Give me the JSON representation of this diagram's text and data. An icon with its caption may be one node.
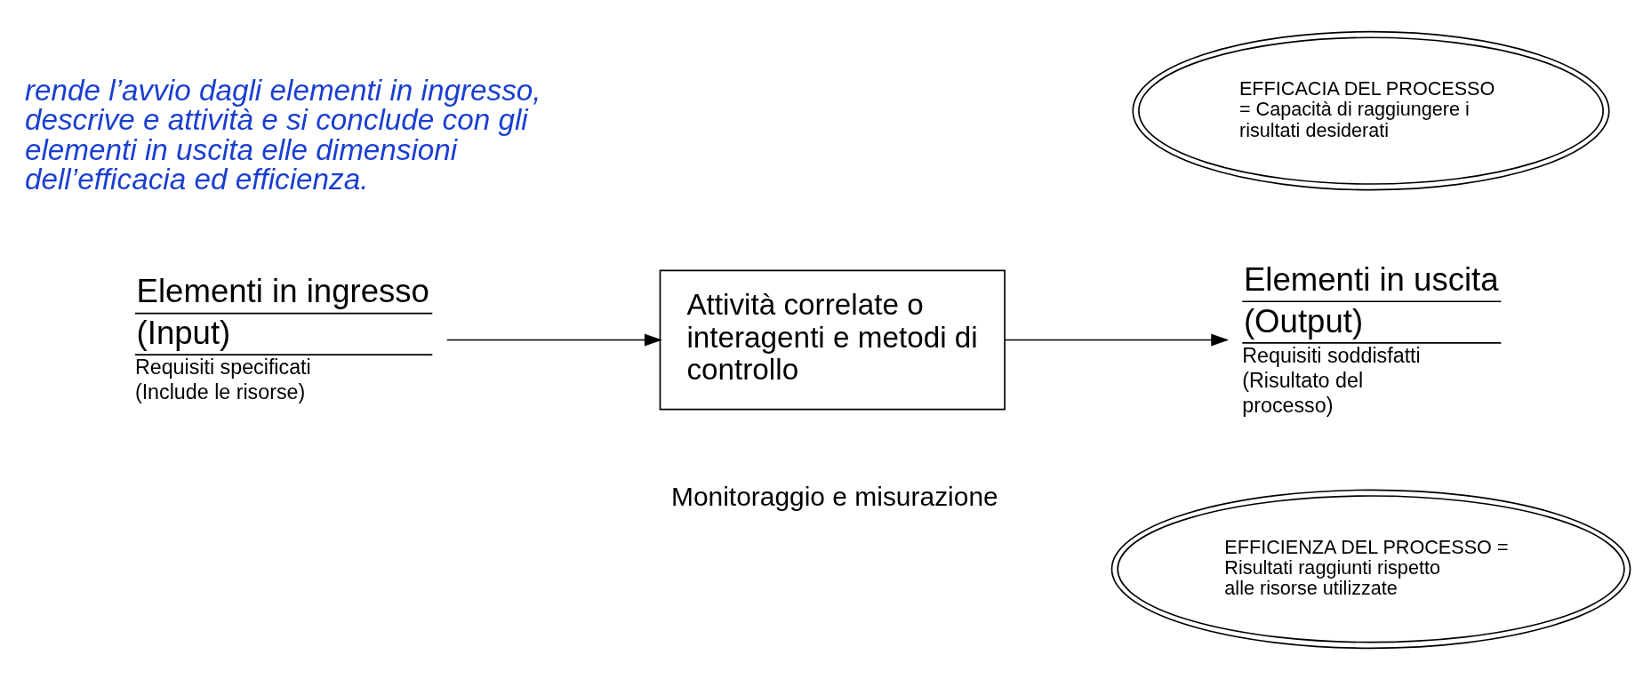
{
  "diagram": {
    "nodes": [
      {
        "text": [
          "Elementi in ingresso (Input)",
          "Requisiti specificati (Include le risorse)"
        ]
      },
      {
        "text": [
          "Attività correlate o interagenti e metodi di controllo"
        ]
      },
      {
        "text": [
          "Elementi in uscita (Output)",
          "Requisiti soddisfatti (Risultato del processo)"
        ]
      },
      {
        "text": [
          "EFFICACIA DEL PROCESSO",
          "= Capacità di raggiungere i risultati desiderati"
        ]
      },
      {
        "text": [
          "EFFICIENZA DEL PROCESSO =",
          "Risultati raggiunti rispetto alle risorse utilizzate"
        ]
      }
    ],
    "edges": [
      {
        "from": 0,
        "to": 1,
        "arrow": "to"
      },
      {
        "from": 1,
        "to": 2,
        "arrow": "to"
      }
    ],
    "labels": [
      "rende l’avvio dagli elementi in ingresso, descrive e attività e si conclude con gli elementi in uscita elle dimensioni dell’efficacia ed efficienza.",
      "Monitoraggio e misurazione"
    ]
  }
}
